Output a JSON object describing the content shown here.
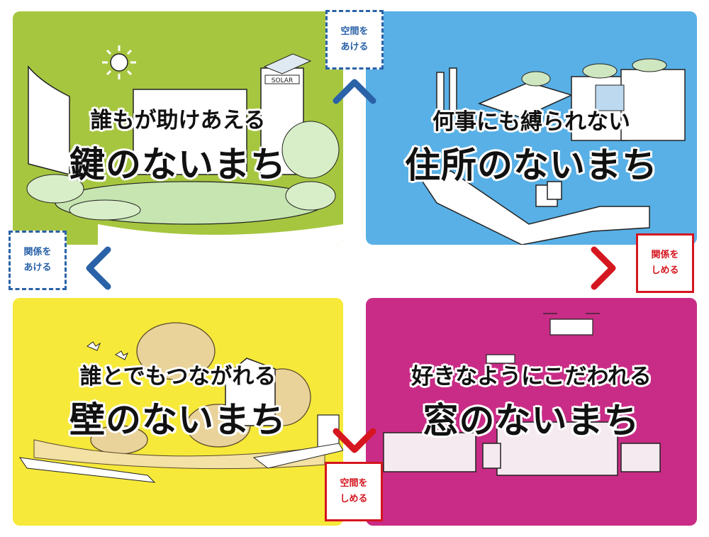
{
  "quadrants": {
    "top_left": {
      "subtitle": "誰もが助けあえる",
      "title": "鍵のないまち",
      "color": "#a6c640",
      "sign": "SOLAR"
    },
    "top_right": {
      "subtitle": "何事にも縛られない",
      "title": "住所のないまち",
      "color": "#58b0e6"
    },
    "bottom_left": {
      "subtitle": "誰とでもつながれる",
      "title": "壁のないまち",
      "color": "#f6e93a"
    },
    "bottom_right": {
      "subtitle": "好きなようにこだわれる",
      "title": "窓のないまち",
      "color": "#c92c86"
    }
  },
  "axis_labels": {
    "top": {
      "line1": "空間を",
      "line2": "あける",
      "style": "open"
    },
    "left": {
      "line1": "関係を",
      "line2": "あける",
      "style": "open"
    },
    "right": {
      "line1": "関係を",
      "line2": "しめる",
      "style": "close"
    },
    "bottom": {
      "line1": "空間を",
      "line2": "しめる",
      "style": "close"
    }
  },
  "colors": {
    "open_blue": "#2a62a8",
    "close_red": "#d5161f"
  }
}
